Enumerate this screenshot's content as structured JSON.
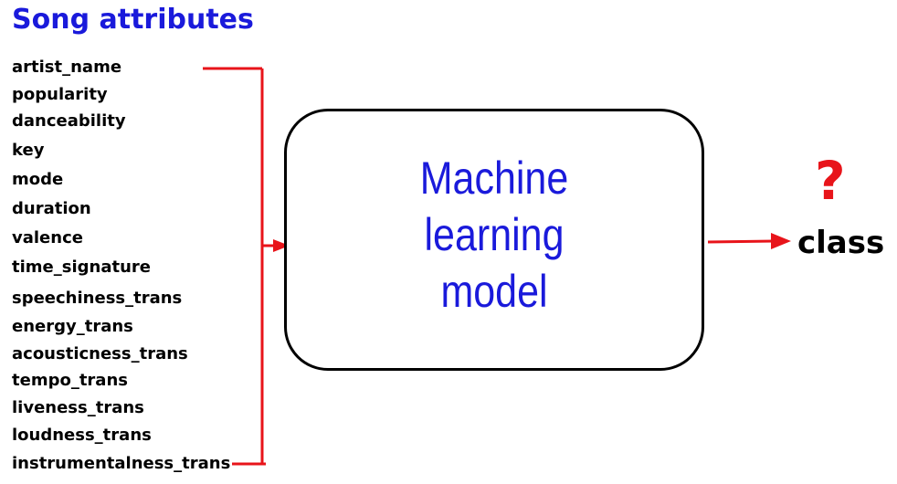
{
  "title": "Song attributes",
  "attributes": [
    "artist_name",
    "popularity",
    "danceability",
    "key",
    "mode",
    "duration",
    "valence",
    "time_signature",
    "speechiness_trans",
    "energy_trans",
    "acousticness_trans",
    "tempo_trans",
    "liveness_trans",
    "loudness_trans",
    "instrumentalness_trans"
  ],
  "model": {
    "line1": "Machine learning",
    "line2": "model"
  },
  "output": {
    "symbol": "?",
    "label": "class"
  },
  "colors": {
    "title": "#1a1adb",
    "model_text": "#1a1adb",
    "connector": "#e8141a",
    "question": "#e8141a",
    "text": "#000000"
  }
}
